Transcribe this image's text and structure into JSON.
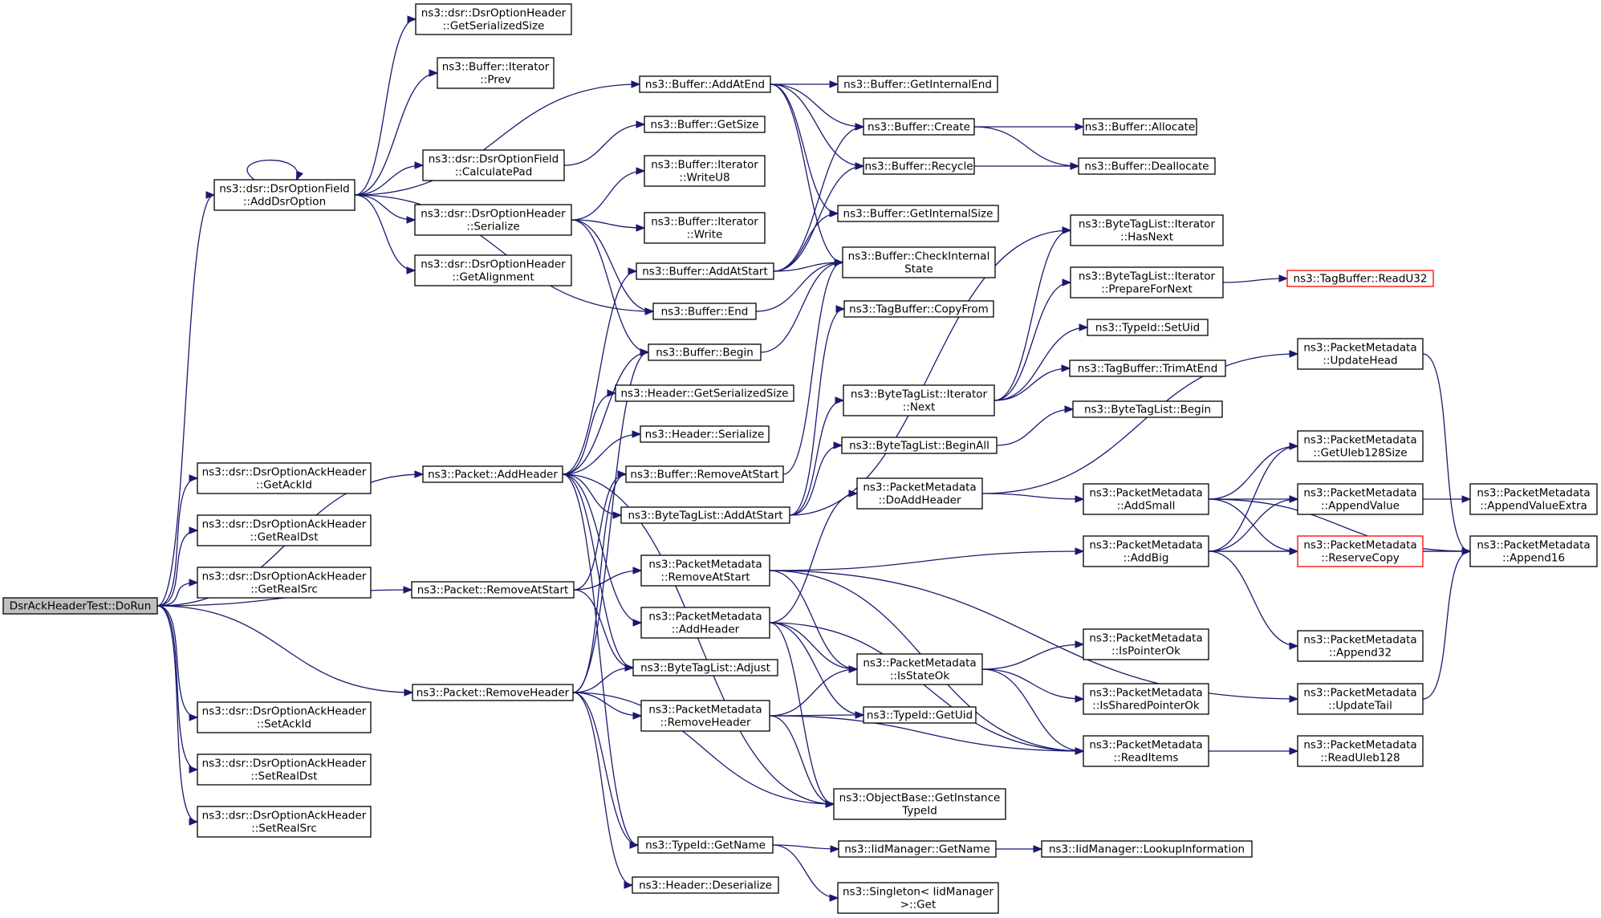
{
  "graph": {
    "type": "call-graph",
    "root": "root",
    "colors": {
      "edge": "#191970",
      "node_border": "#000000",
      "root_fill": "#bfbfbf",
      "truncated_border": "#ff0000"
    },
    "nodes": [
      {
        "id": "root",
        "lines": [
          "DsrAckHeaderTest::DoRun"
        ],
        "style": "root"
      },
      {
        "id": "addDsrOption",
        "lines": [
          "ns3::dsr::DsrOptionField",
          "::AddDsrOption"
        ]
      },
      {
        "id": "getAckId",
        "lines": [
          "ns3::dsr::DsrOptionAckHeader",
          "::GetAckId"
        ]
      },
      {
        "id": "getRealDst",
        "lines": [
          "ns3::dsr::DsrOptionAckHeader",
          "::GetRealDst"
        ]
      },
      {
        "id": "getRealSrc",
        "lines": [
          "ns3::dsr::DsrOptionAckHeader",
          "::GetRealSrc"
        ]
      },
      {
        "id": "setAckId",
        "lines": [
          "ns3::dsr::DsrOptionAckHeader",
          "::SetAckId"
        ]
      },
      {
        "id": "setRealDst",
        "lines": [
          "ns3::dsr::DsrOptionAckHeader",
          "::SetRealDst"
        ]
      },
      {
        "id": "setRealSrc",
        "lines": [
          "ns3::dsr::DsrOptionAckHeader",
          "::SetRealSrc"
        ]
      },
      {
        "id": "getSerializedSize",
        "lines": [
          "ns3::dsr::DsrOptionHeader",
          "::GetSerializedSize"
        ]
      },
      {
        "id": "iterPrev",
        "lines": [
          "ns3::Buffer::Iterator",
          "::Prev"
        ]
      },
      {
        "id": "calcPad",
        "lines": [
          "ns3::dsr::DsrOptionField",
          "::CalculatePad"
        ]
      },
      {
        "id": "optSerialize",
        "lines": [
          "ns3::dsr::DsrOptionHeader",
          "::Serialize"
        ]
      },
      {
        "id": "getAlignment",
        "lines": [
          "ns3::dsr::DsrOptionHeader",
          "::GetAlignment"
        ]
      },
      {
        "id": "pktAddHeader",
        "lines": [
          "ns3::Packet::AddHeader"
        ]
      },
      {
        "id": "pktRemoveAtStart",
        "lines": [
          "ns3::Packet::RemoveAtStart"
        ]
      },
      {
        "id": "pktRemoveHeader",
        "lines": [
          "ns3::Packet::RemoveHeader"
        ]
      },
      {
        "id": "bufAddAtEnd",
        "lines": [
          "ns3::Buffer::AddAtEnd"
        ]
      },
      {
        "id": "bufGetSize",
        "lines": [
          "ns3::Buffer::GetSize"
        ]
      },
      {
        "id": "iterWriteU8",
        "lines": [
          "ns3::Buffer::Iterator",
          "::WriteU8"
        ]
      },
      {
        "id": "iterWrite",
        "lines": [
          "ns3::Buffer::Iterator",
          "::Write"
        ]
      },
      {
        "id": "bufAddAtStart",
        "lines": [
          "ns3::Buffer::AddAtStart"
        ]
      },
      {
        "id": "bufEnd",
        "lines": [
          "ns3::Buffer::End"
        ]
      },
      {
        "id": "bufBegin",
        "lines": [
          "ns3::Buffer::Begin"
        ]
      },
      {
        "id": "hdrGetSerSize",
        "lines": [
          "ns3::Header::GetSerializedSize"
        ]
      },
      {
        "id": "hdrSerialize",
        "lines": [
          "ns3::Header::Serialize"
        ]
      },
      {
        "id": "bufRemoveAtStart",
        "lines": [
          "ns3::Buffer::RemoveAtStart"
        ]
      },
      {
        "id": "btlAddAtStart",
        "lines": [
          "ns3::ByteTagList::AddAtStart"
        ]
      },
      {
        "id": "pmRemoveAtStart",
        "lines": [
          "ns3::PacketMetadata",
          "::RemoveAtStart"
        ]
      },
      {
        "id": "pmAddHeader",
        "lines": [
          "ns3::PacketMetadata",
          "::AddHeader"
        ]
      },
      {
        "id": "btlAdjust",
        "lines": [
          "ns3::ByteTagList::Adjust"
        ]
      },
      {
        "id": "pmRemoveHeader",
        "lines": [
          "ns3::PacketMetadata",
          "::RemoveHeader"
        ]
      },
      {
        "id": "typeGetName",
        "lines": [
          "ns3::TypeId::GetName"
        ]
      },
      {
        "id": "hdrDeserialize",
        "lines": [
          "ns3::Header::Deserialize"
        ]
      },
      {
        "id": "bufGetInternalEnd",
        "lines": [
          "ns3::Buffer::GetInternalEnd"
        ]
      },
      {
        "id": "bufCreate",
        "lines": [
          "ns3::Buffer::Create"
        ]
      },
      {
        "id": "bufRecycle",
        "lines": [
          "ns3::Buffer::Recycle"
        ]
      },
      {
        "id": "bufGetInternalSize",
        "lines": [
          "ns3::Buffer::GetInternalSize"
        ]
      },
      {
        "id": "bufCheckInternal",
        "lines": [
          "ns3::Buffer::CheckInternal",
          "State"
        ]
      },
      {
        "id": "tagCopyFrom",
        "lines": [
          "ns3::TagBuffer::CopyFrom"
        ]
      },
      {
        "id": "btlIterNext",
        "lines": [
          "ns3::ByteTagList::Iterator",
          "::Next"
        ]
      },
      {
        "id": "btlBeginAll",
        "lines": [
          "ns3::ByteTagList::BeginAll"
        ]
      },
      {
        "id": "pmDoAddHeader",
        "lines": [
          "ns3::PacketMetadata",
          "::DoAddHeader"
        ]
      },
      {
        "id": "pmIsStateOk",
        "lines": [
          "ns3::PacketMetadata",
          "::IsStateOk"
        ]
      },
      {
        "id": "typeGetUid",
        "lines": [
          "ns3::TypeId::GetUid"
        ]
      },
      {
        "id": "objGetInstance",
        "lines": [
          "ns3::ObjectBase::GetInstance",
          "TypeId"
        ]
      },
      {
        "id": "iidGetName",
        "lines": [
          "ns3::IidManager::GetName"
        ]
      },
      {
        "id": "singletonGet",
        "lines": [
          "ns3::Singleton< IidManager",
          "  >::Get"
        ]
      },
      {
        "id": "bufAllocate",
        "lines": [
          "ns3::Buffer::Allocate"
        ]
      },
      {
        "id": "bufDeallocate",
        "lines": [
          "ns3::Buffer::Deallocate"
        ]
      },
      {
        "id": "btlIterHasNext",
        "lines": [
          "ns3::ByteTagList::Iterator",
          "::HasNext"
        ]
      },
      {
        "id": "btlIterPrepare",
        "lines": [
          "ns3::ByteTagList::Iterator",
          "::PrepareForNext"
        ]
      },
      {
        "id": "typeSetUid",
        "lines": [
          "ns3::TypeId::SetUid"
        ]
      },
      {
        "id": "tagTrimAtEnd",
        "lines": [
          "ns3::TagBuffer::TrimAtEnd"
        ]
      },
      {
        "id": "btlBegin",
        "lines": [
          "ns3::ByteTagList::Begin"
        ]
      },
      {
        "id": "pmAddSmall",
        "lines": [
          "ns3::PacketMetadata",
          "::AddSmall"
        ]
      },
      {
        "id": "pmAddBig",
        "lines": [
          "ns3::PacketMetadata",
          "::AddBig"
        ]
      },
      {
        "id": "pmIsPointerOk",
        "lines": [
          "ns3::PacketMetadata",
          "::IsPointerOk"
        ]
      },
      {
        "id": "pmIsSharedPtrOk",
        "lines": [
          "ns3::PacketMetadata",
          "::IsSharedPointerOk"
        ]
      },
      {
        "id": "pmReadItems",
        "lines": [
          "ns3::PacketMetadata",
          "::ReadItems"
        ]
      },
      {
        "id": "iidLookup",
        "lines": [
          "ns3::IidManager::LookupInformation"
        ]
      },
      {
        "id": "tagReadU32",
        "lines": [
          "ns3::TagBuffer::ReadU32"
        ],
        "style": "truncated"
      },
      {
        "id": "pmUpdateHead",
        "lines": [
          "ns3::PacketMetadata",
          "::UpdateHead"
        ]
      },
      {
        "id": "pmGetUleb128Size",
        "lines": [
          "ns3::PacketMetadata",
          "::GetUleb128Size"
        ]
      },
      {
        "id": "pmAppendValue",
        "lines": [
          "ns3::PacketMetadata",
          "::AppendValue"
        ]
      },
      {
        "id": "pmReserveCopy",
        "lines": [
          "ns3::PacketMetadata",
          "::ReserveCopy"
        ],
        "style": "truncated"
      },
      {
        "id": "pmAppend32",
        "lines": [
          "ns3::PacketMetadata",
          "::Append32"
        ]
      },
      {
        "id": "pmUpdateTail",
        "lines": [
          "ns3::PacketMetadata",
          "::UpdateTail"
        ]
      },
      {
        "id": "pmReadUleb128",
        "lines": [
          "ns3::PacketMetadata",
          "::ReadUleb128"
        ]
      },
      {
        "id": "pmAppendValueExtra",
        "lines": [
          "ns3::PacketMetadata",
          "::AppendValueExtra"
        ]
      },
      {
        "id": "pmAppend16",
        "lines": [
          "ns3::PacketMetadata",
          "::Append16"
        ]
      }
    ],
    "edges": [
      [
        "root",
        "addDsrOption"
      ],
      [
        "root",
        "getAckId"
      ],
      [
        "root",
        "getRealDst"
      ],
      [
        "root",
        "getRealSrc"
      ],
      [
        "root",
        "setAckId"
      ],
      [
        "root",
        "setRealDst"
      ],
      [
        "root",
        "setRealSrc"
      ],
      [
        "root",
        "pktAddHeader"
      ],
      [
        "root",
        "pktRemoveAtStart"
      ],
      [
        "root",
        "pktRemoveHeader"
      ],
      [
        "addDsrOption",
        "addDsrOption"
      ],
      [
        "addDsrOption",
        "getSerializedSize"
      ],
      [
        "addDsrOption",
        "iterPrev"
      ],
      [
        "addDsrOption",
        "bufAddAtEnd"
      ],
      [
        "addDsrOption",
        "calcPad"
      ],
      [
        "addDsrOption",
        "optSerialize"
      ],
      [
        "addDsrOption",
        "getAlignment"
      ],
      [
        "addDsrOption",
        "bufEnd"
      ],
      [
        "calcPad",
        "bufGetSize"
      ],
      [
        "optSerialize",
        "iterWriteU8"
      ],
      [
        "optSerialize",
        "iterWrite"
      ],
      [
        "optSerialize",
        "bufEnd"
      ],
      [
        "optSerialize",
        "bufBegin"
      ],
      [
        "pktAddHeader",
        "bufAddAtStart"
      ],
      [
        "pktAddHeader",
        "bufBegin"
      ],
      [
        "pktAddHeader",
        "hdrGetSerSize"
      ],
      [
        "pktAddHeader",
        "hdrSerialize"
      ],
      [
        "pktAddHeader",
        "btlAddAtStart"
      ],
      [
        "pktAddHeader",
        "pmAddHeader"
      ],
      [
        "pktAddHeader",
        "btlAdjust"
      ],
      [
        "pktAddHeader",
        "typeGetName"
      ],
      [
        "pktAddHeader",
        "objGetInstance"
      ],
      [
        "pktRemoveAtStart",
        "bufRemoveAtStart"
      ],
      [
        "pktRemoveAtStart",
        "pmRemoveAtStart"
      ],
      [
        "pktRemoveAtStart",
        "btlAdjust"
      ],
      [
        "pktRemoveHeader",
        "bufBegin"
      ],
      [
        "pktRemoveHeader",
        "bufRemoveAtStart"
      ],
      [
        "pktRemoveHeader",
        "btlAdjust"
      ],
      [
        "pktRemoveHeader",
        "pmRemoveHeader"
      ],
      [
        "pktRemoveHeader",
        "objGetInstance"
      ],
      [
        "pktRemoveHeader",
        "typeGetName"
      ],
      [
        "pktRemoveHeader",
        "hdrDeserialize"
      ],
      [
        "bufAddAtEnd",
        "bufGetInternalEnd"
      ],
      [
        "bufAddAtEnd",
        "bufCreate"
      ],
      [
        "bufAddAtEnd",
        "bufRecycle"
      ],
      [
        "bufAddAtEnd",
        "bufGetInternalSize"
      ],
      [
        "bufAddAtEnd",
        "bufCheckInternal"
      ],
      [
        "bufAddAtStart",
        "bufCreate"
      ],
      [
        "bufAddAtStart",
        "bufRecycle"
      ],
      [
        "bufAddAtStart",
        "bufGetInternalSize"
      ],
      [
        "bufAddAtStart",
        "bufCheckInternal"
      ],
      [
        "bufEnd",
        "bufCheckInternal"
      ],
      [
        "bufBegin",
        "bufCheckInternal"
      ],
      [
        "bufRemoveAtStart",
        "bufCheckInternal"
      ],
      [
        "btlAddAtStart",
        "tagCopyFrom"
      ],
      [
        "btlAddAtStart",
        "btlIterNext"
      ],
      [
        "btlAddAtStart",
        "btlBeginAll"
      ],
      [
        "btlAddAtStart",
        "btlIterHasNext"
      ],
      [
        "pmRemoveAtStart",
        "pmAddBig"
      ],
      [
        "pmRemoveAtStart",
        "pmIsStateOk"
      ],
      [
        "pmRemoveAtStart",
        "pmReadItems"
      ],
      [
        "pmRemoveAtStart",
        "pmUpdateTail"
      ],
      [
        "pmAddHeader",
        "pmDoAddHeader"
      ],
      [
        "pmAddHeader",
        "pmIsStateOk"
      ],
      [
        "pmAddHeader",
        "typeGetUid"
      ],
      [
        "pmAddHeader",
        "objGetInstance"
      ],
      [
        "pmAddHeader",
        "pmReadItems"
      ],
      [
        "pmRemoveHeader",
        "pmIsStateOk"
      ],
      [
        "pmRemoveHeader",
        "typeGetUid"
      ],
      [
        "pmRemoveHeader",
        "objGetInstance"
      ],
      [
        "pmRemoveHeader",
        "pmReadItems"
      ],
      [
        "typeGetName",
        "iidGetName"
      ],
      [
        "typeGetName",
        "singletonGet"
      ],
      [
        "iidGetName",
        "iidLookup"
      ],
      [
        "bufCreate",
        "bufAllocate"
      ],
      [
        "bufCreate",
        "bufDeallocate"
      ],
      [
        "bufRecycle",
        "bufDeallocate"
      ],
      [
        "btlIterNext",
        "btlIterHasNext"
      ],
      [
        "btlIterNext",
        "btlIterPrepare"
      ],
      [
        "btlIterNext",
        "typeSetUid"
      ],
      [
        "btlIterNext",
        "tagTrimAtEnd"
      ],
      [
        "btlBeginAll",
        "btlBegin"
      ],
      [
        "btlIterPrepare",
        "tagReadU32"
      ],
      [
        "pmDoAddHeader",
        "pmUpdateHead"
      ],
      [
        "pmDoAddHeader",
        "pmAddSmall"
      ],
      [
        "pmAddSmall",
        "pmGetUleb128Size"
      ],
      [
        "pmAddSmall",
        "pmAppendValue"
      ],
      [
        "pmAddSmall",
        "pmReserveCopy"
      ],
      [
        "pmAddSmall",
        "pmAppend16"
      ],
      [
        "pmAddBig",
        "pmGetUleb128Size"
      ],
      [
        "pmAddBig",
        "pmAppendValue"
      ],
      [
        "pmAddBig",
        "pmReserveCopy"
      ],
      [
        "pmAddBig",
        "pmAppend16"
      ],
      [
        "pmAddBig",
        "pmAppend32"
      ],
      [
        "pmIsStateOk",
        "pmIsPointerOk"
      ],
      [
        "pmIsStateOk",
        "pmIsSharedPtrOk"
      ],
      [
        "pmIsStateOk",
        "pmReadItems"
      ],
      [
        "pmReadItems",
        "pmReadUleb128"
      ],
      [
        "pmAppendValue",
        "pmAppendValueExtra"
      ],
      [
        "pmReserveCopy",
        "pmAppend16"
      ],
      [
        "pmUpdateHead",
        "pmAppend16"
      ],
      [
        "pmUpdateTail",
        "pmAppend16"
      ]
    ]
  }
}
